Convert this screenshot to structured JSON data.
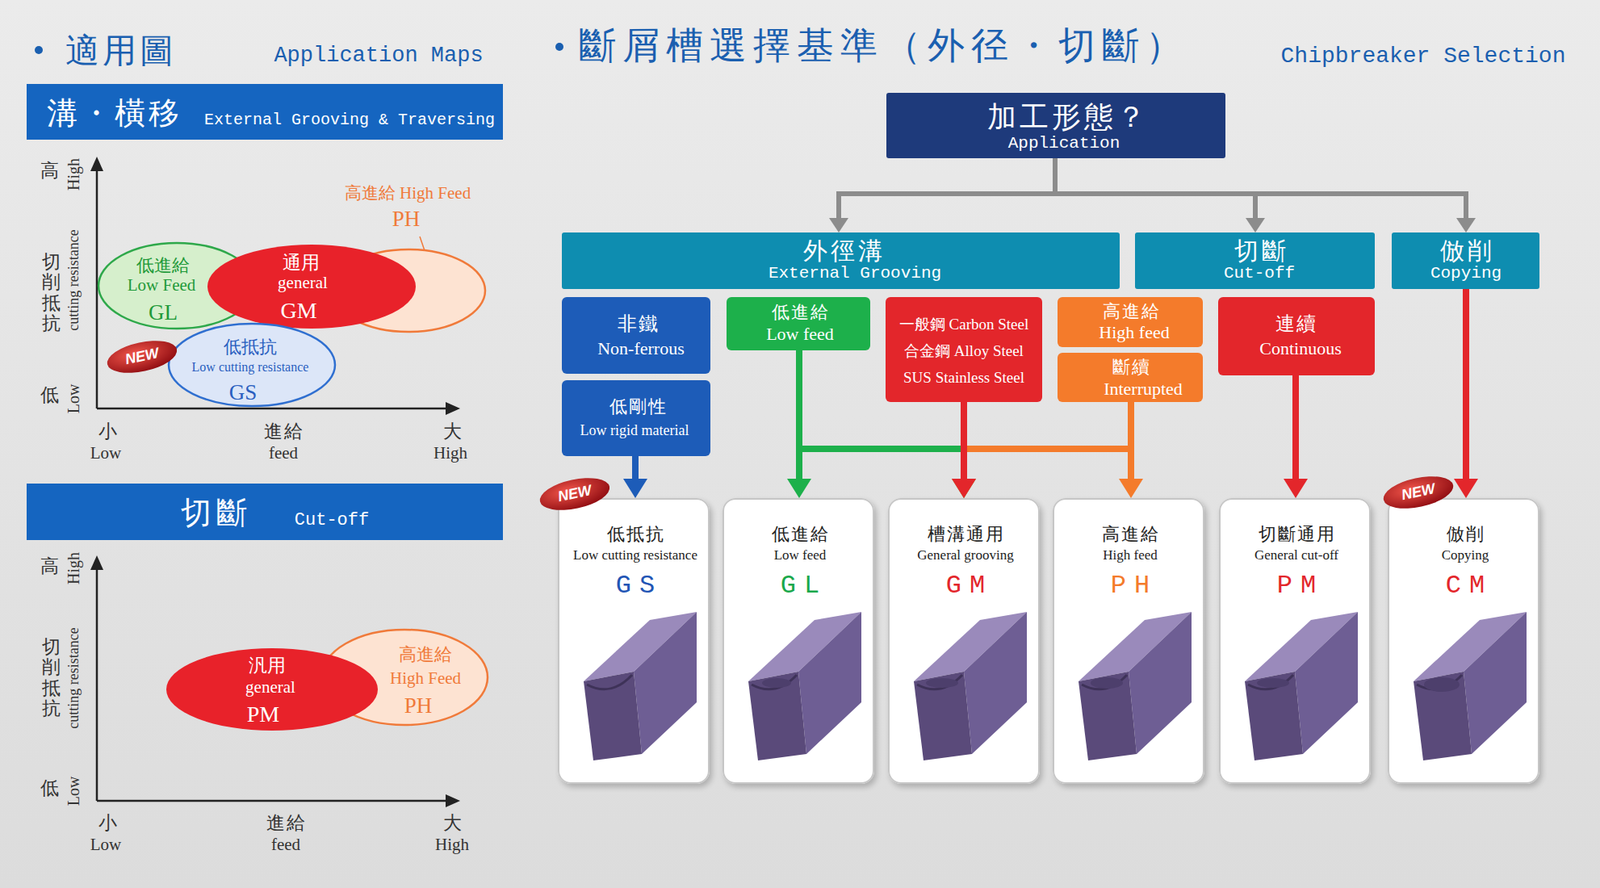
{
  "diagram": {
    "title": "斷屑槽選擇基準（外径・切斷）",
    "nodes": [
      {
        "text": [
          "溝・橫移",
          "External Grooving & Traversing"
        ]
      },
      {
        "text": [
          "高進給 High Feed",
          "PH"
        ]
      },
      {
        "text": [
          "低進給",
          "Low Feed",
          "GL"
        ]
      },
      {
        "text": [
          "通用",
          "general",
          "GM"
        ]
      },
      {
        "text": [
          "低抵抗",
          "Low cutting resistance",
          "GS"
        ]
      },
      {
        "text": [
          "NEW"
        ]
      },
      {
        "text": [
          "切斷",
          "Cut-off"
        ]
      },
      {
        "text": [
          "高進給",
          "High Feed",
          "PH"
        ]
      },
      {
        "text": [
          "汎用",
          "general",
          "PM"
        ]
      },
      {
        "text": [
          "加工形態？",
          "Application"
        ]
      },
      {
        "text": [
          "外徑溝",
          "External Grooving"
        ]
      },
      {
        "text": [
          "切斷",
          "Cut-off"
        ]
      },
      {
        "text": [
          "倣削",
          "Copying"
        ]
      },
      {
        "text": [
          "非鐵",
          "Non-ferrous"
        ]
      },
      {
        "text": [
          "低進給",
          "Low feed"
        ]
      },
      {
        "text": [
          "一般鋼 Carbon Steel",
          "合金鋼 Alloy Steel",
          "SUS Stainless Steel"
        ]
      },
      {
        "text": [
          "高進給",
          "High feed"
        ]
      },
      {
        "text": [
          "連續",
          "Continuous"
        ]
      },
      {
        "text": [
          "低剛性",
          "Low rigid material"
        ]
      },
      {
        "text": [
          "斷續",
          "Interrupted"
        ]
      },
      {
        "text": [
          "NEW"
        ]
      },
      {
        "text": [
          "低抵抗",
          "Low cutting resistance",
          "GS"
        ]
      },
      {
        "text": [
          "低進給",
          "Low feed",
          "GL"
        ]
      },
      {
        "text": [
          "槽溝通用",
          "General grooving",
          "GM"
        ]
      },
      {
        "text": [
          "高進給",
          "High feed",
          "PH"
        ]
      },
      {
        "text": [
          "切斷通用",
          "General cut-off",
          "PM"
        ]
      },
      {
        "text": [
          "NEW"
        ]
      },
      {
        "text": [
          "倣削",
          "Copying",
          "CM"
        ]
      }
    ],
    "edges": [
      {
        "from": 9,
        "to": 10,
        "arrow": "to"
      },
      {
        "from": 9,
        "to": 11,
        "arrow": "to"
      },
      {
        "from": 9,
        "to": 12,
        "arrow": "to"
      },
      {
        "from": 18,
        "to": 21,
        "arrow": "to"
      },
      {
        "from": 14,
        "to": 22,
        "arrow": "to"
      },
      {
        "from": 14,
        "to": 23,
        "arrow": "to"
      },
      {
        "from": 15,
        "to": 23,
        "arrow": "to"
      },
      {
        "from": 19,
        "to": 24,
        "arrow": "to"
      },
      {
        "from": 19,
        "to": 23,
        "arrow": "to"
      },
      {
        "from": 17,
        "to": 25,
        "arrow": "to"
      },
      {
        "from": 12,
        "to": 27,
        "arrow": "to"
      }
    ],
    "labels": [
      "適用圖",
      "Application Maps",
      "Chipbreaker Selection",
      "高",
      "High",
      "切削抵抗",
      "cutting resistance",
      "低",
      "Low",
      "小",
      "Low",
      "進給",
      "feed",
      "大",
      "High",
      "高",
      "High",
      "切削抵抗",
      "cutting resistance",
      "低",
      "Low",
      "小",
      "Low",
      "進給",
      "feed",
      "大",
      "High"
    ]
  }
}
